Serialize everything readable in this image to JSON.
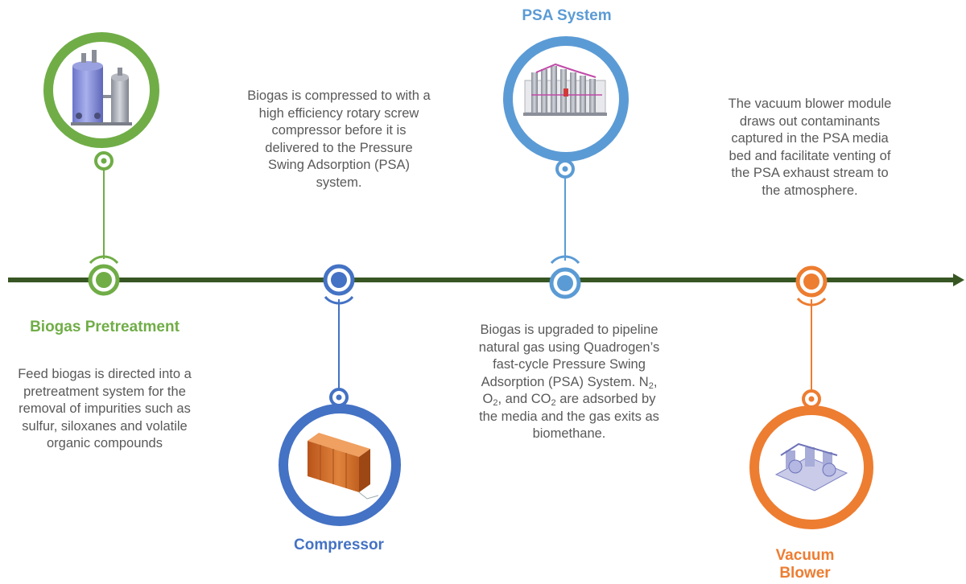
{
  "colors": {
    "green": "#70ad47",
    "blue_dark": "#4472c4",
    "blue_light": "#5b9bd5",
    "orange": "#ed7d31",
    "timeline": "#375623",
    "body_text": "#595959"
  },
  "timeline": {
    "arrow": "arrow-right"
  },
  "stages": [
    {
      "title": "Biogas Pretreatment",
      "description": "Feed biogas is directed into a pretreatment system for the removal of impurities such as sulfur, siloxanes and volatile organic compounds",
      "image": "pretreatment-vessels-image",
      "color": "#70ad47"
    },
    {
      "title": "Compressor",
      "description": "Biogas is compressed to with a high efficiency rotary screw compressor before it is delivered to the Pressure Swing Adsorption (PSA) system.",
      "image": "compressor-container-image",
      "color": "#4472c4"
    },
    {
      "title": "PSA System",
      "description_parts": [
        "Biogas is upgraded to pipeline natural gas using Quadrogen’s fast-cycle Pressure Swing Adsorption (PSA) System. N",
        "2",
        ", O",
        "2",
        ", and CO",
        "2",
        " are adsorbed by the media and the gas exits as biomethane."
      ],
      "image": "psa-skid-image",
      "color": "#5b9bd5"
    },
    {
      "title": "Vacuum Blower",
      "description": "The vacuum blower module draws out contaminants captured in the PSA media bed and facilitate venting of the PSA exhaust stream to the atmosphere.",
      "image": "vacuum-blower-image",
      "color": "#ed7d31"
    }
  ]
}
